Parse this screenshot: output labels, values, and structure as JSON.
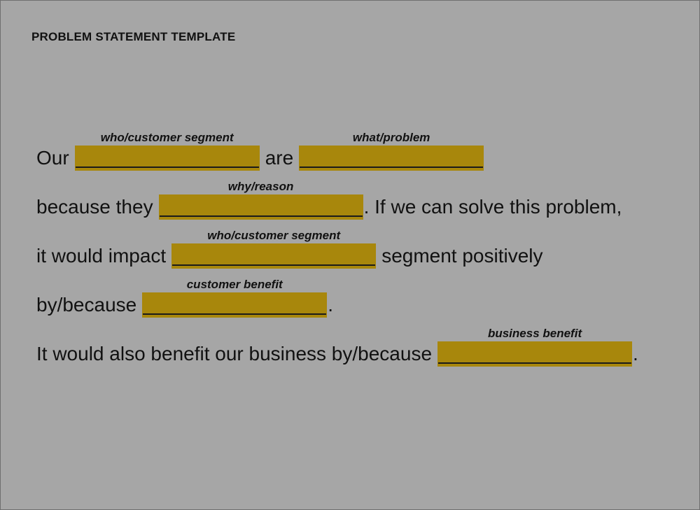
{
  "title": "PROBLEM STATEMENT TEMPLATE",
  "colors": {
    "background": "#a6a6a6",
    "blank_fill": "#a8870c",
    "text": "#111111"
  },
  "lines": [
    {
      "pre": "Our",
      "blank1_label": "who/customer segment",
      "mid": "are",
      "blank2_label": "what/problem"
    },
    {
      "pre": "because they",
      "blank_label": "why/reason",
      "post": ". If we can solve this problem,"
    },
    {
      "pre": "it would impact",
      "blank_label": "who/customer segment",
      "post": "segment positively"
    },
    {
      "pre": "by/because",
      "blank_label": "customer benefit",
      "post": "."
    },
    {
      "pre": "It would also benefit our business by/because",
      "blank_label": "business benefit",
      "post": "."
    }
  ]
}
